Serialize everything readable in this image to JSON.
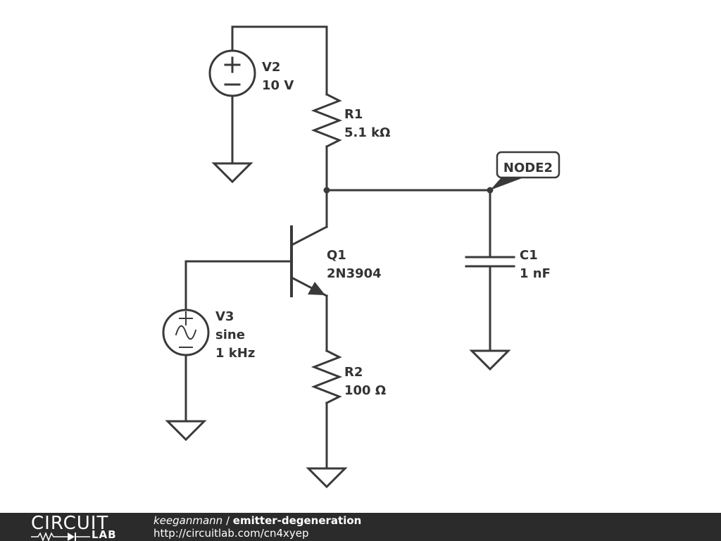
{
  "schematic": {
    "v2": {
      "name": "V2",
      "value": "10 V"
    },
    "r1": {
      "name": "R1",
      "value": "5.1 kΩ"
    },
    "node": {
      "name": "NODE2"
    },
    "q1": {
      "name": "Q1",
      "value": "2N3904"
    },
    "c1": {
      "name": "C1",
      "value": "1 nF"
    },
    "v3": {
      "name": "V3",
      "type": "sine",
      "value": "1 kHz"
    },
    "r2": {
      "name": "R2",
      "value": "100 Ω"
    }
  },
  "footer": {
    "logo_top": "CIRCUIT",
    "logo_bottom": "LAB",
    "author": "keeganmann",
    "separator": " / ",
    "title": "emitter-degeneration",
    "url": "http://circuitlab.com/cn4xyep"
  },
  "colors": {
    "wire": "#3a3a3a",
    "footer_bg": "#2b2b2b",
    "text": "#333333"
  }
}
